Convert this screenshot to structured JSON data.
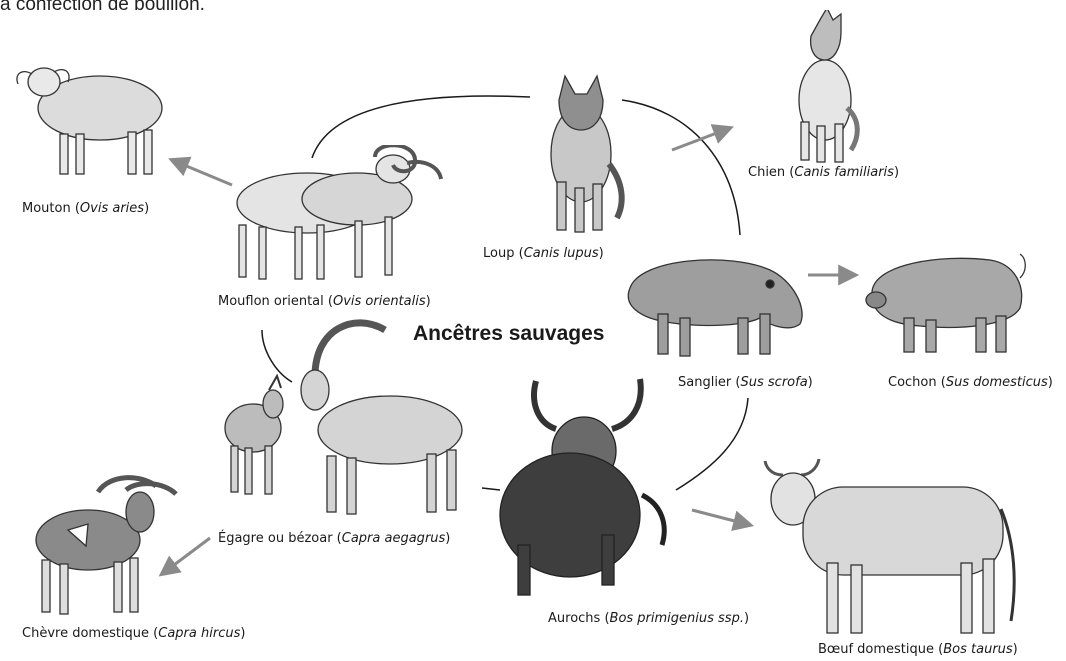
{
  "header_fragment": "a confection de bouillon.",
  "title": "Ancêtres sauvages",
  "animals": {
    "mouton": {
      "name": "Mouton",
      "latin": "Ovis aries"
    },
    "mouflon": {
      "name": "Mouflon oriental",
      "latin": "Ovis orientalis"
    },
    "loup": {
      "name": "Loup",
      "latin": "Canis lupus"
    },
    "chien": {
      "name": "Chien",
      "latin": "Canis familiaris"
    },
    "sanglier": {
      "name": "Sanglier",
      "latin": "Sus scrofa"
    },
    "cochon": {
      "name": "Cochon",
      "latin": "Sus domesticus"
    },
    "egagre": {
      "name": "Égagre ou bézoar",
      "latin": "Capra aegagrus"
    },
    "chevre": {
      "name": "Chèvre domestique",
      "latin": "Capra hircus"
    },
    "aurochs": {
      "name": "Aurochs",
      "latin": "Bos primigenius ssp."
    },
    "boeuf": {
      "name": "Bœuf domestique",
      "latin": "Bos taurus"
    }
  },
  "colors": {
    "arrow": "#8a8a8a",
    "line": "#1a1a1a",
    "ink": "#3a3a3a"
  }
}
